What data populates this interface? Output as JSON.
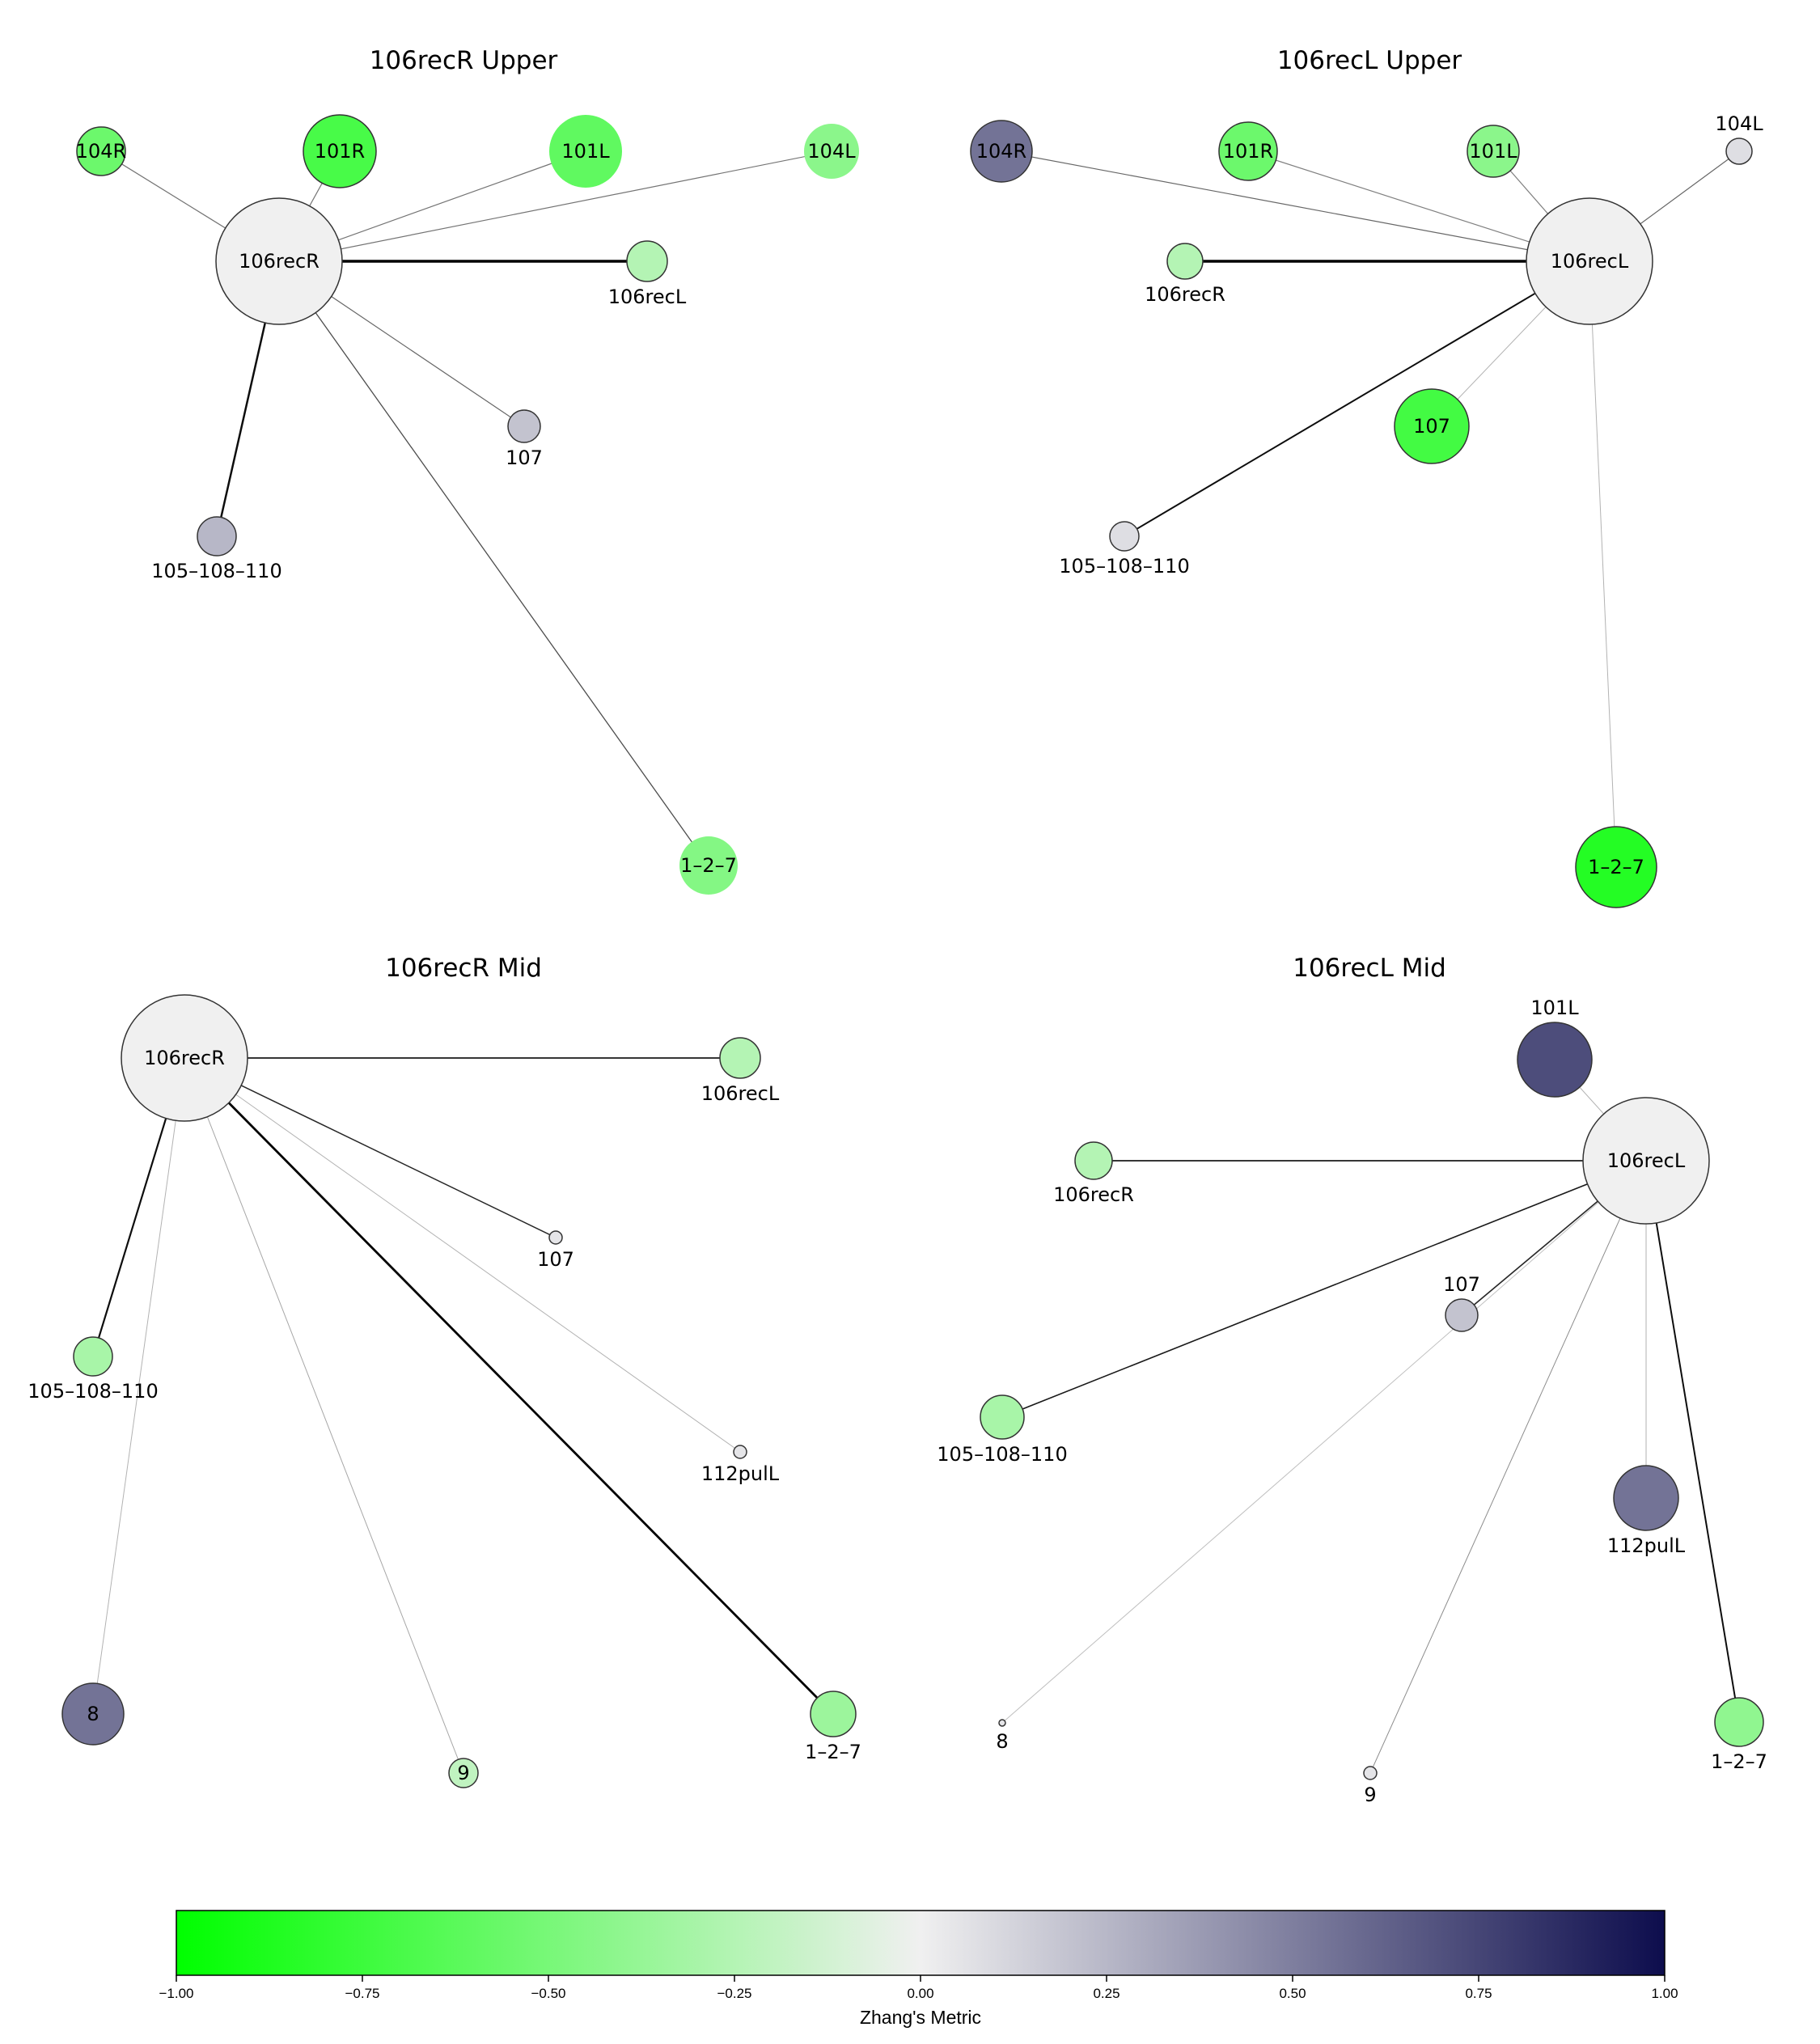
{
  "panels": [
    {
      "title": "106recR Upper",
      "hub": "106recR",
      "nodes": [
        {
          "id": "106recR",
          "label": "106recR",
          "metric": 0.0,
          "label_inside": true
        },
        {
          "id": "104R",
          "label": "104R",
          "metric": -0.55,
          "label_inside": true
        },
        {
          "id": "101R",
          "label": "101R",
          "metric": -0.7,
          "label_inside": true
        },
        {
          "id": "101L",
          "label": "101L",
          "metric": -0.6,
          "label_inside": true
        },
        {
          "id": "104L",
          "label": "104L",
          "metric": -0.42,
          "label_inside": true
        },
        {
          "id": "106recL",
          "label": "106recL",
          "metric": -0.25,
          "label_inside": false
        },
        {
          "id": "107",
          "label": "107",
          "metric": 0.2,
          "label_inside": false
        },
        {
          "id": "105-108-110",
          "label": "105–108–110",
          "metric": 0.25,
          "label_inside": false
        },
        {
          "id": "1-2-7",
          "label": "1–2–7",
          "metric": -0.45,
          "label_inside": true
        }
      ],
      "edges": [
        {
          "target": "104R"
        },
        {
          "target": "101R"
        },
        {
          "target": "101L"
        },
        {
          "target": "104L"
        },
        {
          "target": "106recL"
        },
        {
          "target": "107"
        },
        {
          "target": "105-108-110"
        },
        {
          "target": "1-2-7"
        }
      ]
    },
    {
      "title": "106recL Upper",
      "hub": "106recL",
      "nodes": [
        {
          "id": "106recL",
          "label": "106recL",
          "metric": 0.0,
          "label_inside": true
        },
        {
          "id": "104R",
          "label": "104R",
          "metric": 0.55,
          "label_inside": true
        },
        {
          "id": "101R",
          "label": "101R",
          "metric": -0.55,
          "label_inside": true
        },
        {
          "id": "101L",
          "label": "101L",
          "metric": -0.42,
          "label_inside": true
        },
        {
          "id": "104L",
          "label": "104L",
          "metric": 0.08,
          "label_inside": false
        },
        {
          "id": "106recR",
          "label": "106recR",
          "metric": -0.25,
          "label_inside": false
        },
        {
          "id": "107",
          "label": "107",
          "metric": -0.72,
          "label_inside": true
        },
        {
          "id": "105-108-110",
          "label": "105–108–110",
          "metric": 0.08,
          "label_inside": false
        },
        {
          "id": "1-2-7",
          "label": "1–2–7",
          "metric": -0.85,
          "label_inside": true
        }
      ],
      "edges": [
        {
          "target": "104R"
        },
        {
          "target": "101R"
        },
        {
          "target": "101L"
        },
        {
          "target": "104L"
        },
        {
          "target": "106recR"
        },
        {
          "target": "107"
        },
        {
          "target": "105-108-110"
        },
        {
          "target": "1-2-7"
        }
      ]
    },
    {
      "title": "106recR Mid",
      "hub": "106recR",
      "nodes": [
        {
          "id": "106recR",
          "label": "106recR",
          "metric": 0.0,
          "label_inside": true
        },
        {
          "id": "106recL",
          "label": "106recL",
          "metric": -0.25,
          "label_inside": false
        },
        {
          "id": "107",
          "label": "107",
          "metric": 0.05,
          "label_inside": false
        },
        {
          "id": "112pulL",
          "label": "112pulL",
          "metric": 0.05,
          "label_inside": false
        },
        {
          "id": "105-108-110",
          "label": "105–108–110",
          "metric": -0.3,
          "label_inside": false
        },
        {
          "id": "8",
          "label": "8",
          "metric": 0.55,
          "label_inside": true
        },
        {
          "id": "9",
          "label": "9",
          "metric": -0.2,
          "label_inside": true
        },
        {
          "id": "1-2-7",
          "label": "1–2–7",
          "metric": -0.35,
          "label_inside": false
        }
      ],
      "edges": [
        {
          "target": "106recL"
        },
        {
          "target": "107"
        },
        {
          "target": "112pulL"
        },
        {
          "target": "105-108-110"
        },
        {
          "target": "8"
        },
        {
          "target": "9"
        },
        {
          "target": "1-2-7"
        }
      ]
    },
    {
      "title": "106recL Mid",
      "hub": "106recL",
      "nodes": [
        {
          "id": "106recL",
          "label": "106recL",
          "metric": 0.0,
          "label_inside": true
        },
        {
          "id": "101L",
          "label": "101L",
          "metric": 0.72,
          "label_inside": false
        },
        {
          "id": "106recR",
          "label": "106recR",
          "metric": -0.25,
          "label_inside": false
        },
        {
          "id": "107",
          "label": "107",
          "metric": 0.2,
          "label_inside": false
        },
        {
          "id": "105-108-110",
          "label": "105–108–110",
          "metric": -0.3,
          "label_inside": false
        },
        {
          "id": "112pulL",
          "label": "112pulL",
          "metric": 0.55,
          "label_inside": false
        },
        {
          "id": "8",
          "label": "8",
          "metric": 0.05,
          "label_inside": false
        },
        {
          "id": "9",
          "label": "9",
          "metric": 0.05,
          "label_inside": false
        },
        {
          "id": "1-2-7",
          "label": "1–2–7",
          "metric": -0.4,
          "label_inside": false
        }
      ],
      "edges": [
        {
          "target": "101L"
        },
        {
          "target": "106recR"
        },
        {
          "target": "107"
        },
        {
          "target": "105-108-110"
        },
        {
          "target": "112pulL"
        },
        {
          "target": "8"
        },
        {
          "target": "9"
        },
        {
          "target": "1-2-7"
        }
      ]
    }
  ],
  "colorbar": {
    "label": "Zhang's Metric",
    "ticks": [
      "−1.00",
      "−0.75",
      "−0.50",
      "−0.25",
      "0.00",
      "0.25",
      "0.50",
      "0.75",
      "1.00"
    ],
    "range": [
      -1,
      1
    ],
    "color_min": "#00ff00",
    "color_mid": "#f0f0f0",
    "color_max": "#0d0d4d"
  },
  "colors": {
    "edge": "#000000",
    "node_stroke": "#333333"
  }
}
